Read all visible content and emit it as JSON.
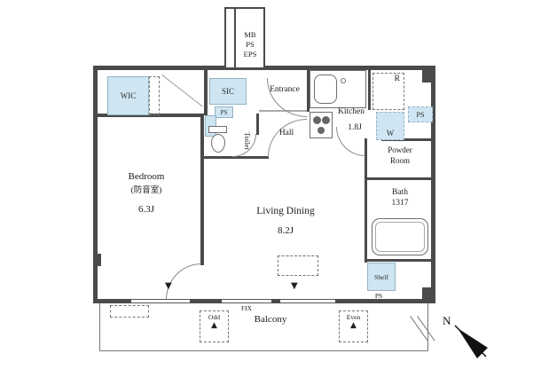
{
  "shaft": {
    "line1": "MB",
    "line2": "PS",
    "line3": "EPS"
  },
  "rooms": {
    "wic": "WIC",
    "sic": "SIC",
    "ps_entry": "PS",
    "entrance": "Entrance",
    "toilet": "Toilet",
    "hall": "Hall",
    "kitchen": "Kitchen",
    "kitchen_size": "1.8J",
    "fridge": "R",
    "ps_right": "PS",
    "washer": "W",
    "powder_line1": "Powder",
    "powder_line2": "Room",
    "bath": "Bath",
    "bath_size": "1317",
    "bedroom": "Bedroom",
    "bedroom_note": "(防音室)",
    "bedroom_size": "6.3J",
    "living": "Living Dining",
    "living_size": "8.2J",
    "shelf": "Shelf",
    "ps_shelf": "PS",
    "balcony": "Balcony",
    "fix": "FIX",
    "odd": "Odd",
    "even": "Even"
  },
  "compass": {
    "n": "N"
  },
  "markers": {
    "down": "▼",
    "up": "▲"
  },
  "colors": {
    "highlight": "#cfe6f2",
    "wall": "#4a4a4a"
  }
}
